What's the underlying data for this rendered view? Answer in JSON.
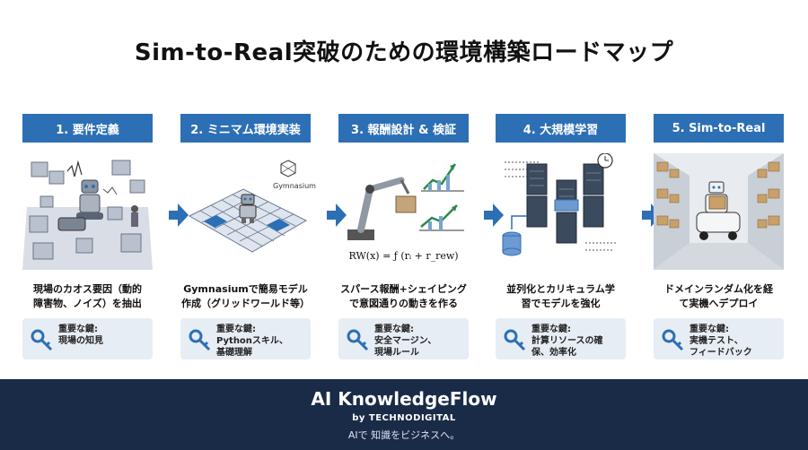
{
  "title": "Sim-to-Real突破のための環境構築ロードマップ",
  "steps": [
    {
      "header": "1. 要件定義",
      "desc_line1": "現場のカオス要因（動的",
      "desc_line2": "障害物、ノイズ）を抽出",
      "key_line1": "重要な鍵:",
      "key_line2": "現場の知見",
      "key_line3": ""
    },
    {
      "header": "2. ミニマム環境実装",
      "desc_line1": "Gymnasiumで簡易モデル",
      "desc_line2": "作成（グリッドワールド等）",
      "key_line1": "重要な鍵:",
      "key_line2": "Pythonスキル、",
      "key_line3": "基礎理解",
      "logo_label": "Gymnasium"
    },
    {
      "header": "3. 報酬設計 & 検証",
      "desc_line1": "スパース報酬+シェイピング",
      "desc_line2": "で意図通りの動きを作る",
      "key_line1": "重要な鍵:",
      "key_line2": "安全マージン、",
      "key_line3": "現場ルール",
      "formula": "RW(x) = ƒ (rᵢ + r_rew)"
    },
    {
      "header": "4. 大規模学習",
      "desc_line1": "並列化とカリキュラム学",
      "desc_line2": "習でモデルを強化",
      "key_line1": "重要な鍵:",
      "key_line2": "計算リソースの確",
      "key_line3": "保、効率化"
    },
    {
      "header": "5. Sim-to-Real",
      "desc_line1": "ドメインランダム化を経",
      "desc_line2": "て実機へデプロイ",
      "key_line1": "重要な鍵:",
      "key_line2": "実機テスト、",
      "key_line3": "フィードバック"
    }
  ],
  "footer": {
    "brand": "AI KnowledgeFlow",
    "by": "by TECHNODIGITAL",
    "tagline": "AIで 知識をビジネスへ。"
  },
  "colors": {
    "header_blue": "#2d6fb4",
    "arrow_blue": "#2d6fb4",
    "footer_navy": "#1a2b48",
    "key_box": "#e7edf4"
  },
  "icons": [
    "key-icon",
    "arrow-right-icon",
    "robot-icon",
    "server-icon",
    "clock-icon",
    "chart-icon"
  ]
}
